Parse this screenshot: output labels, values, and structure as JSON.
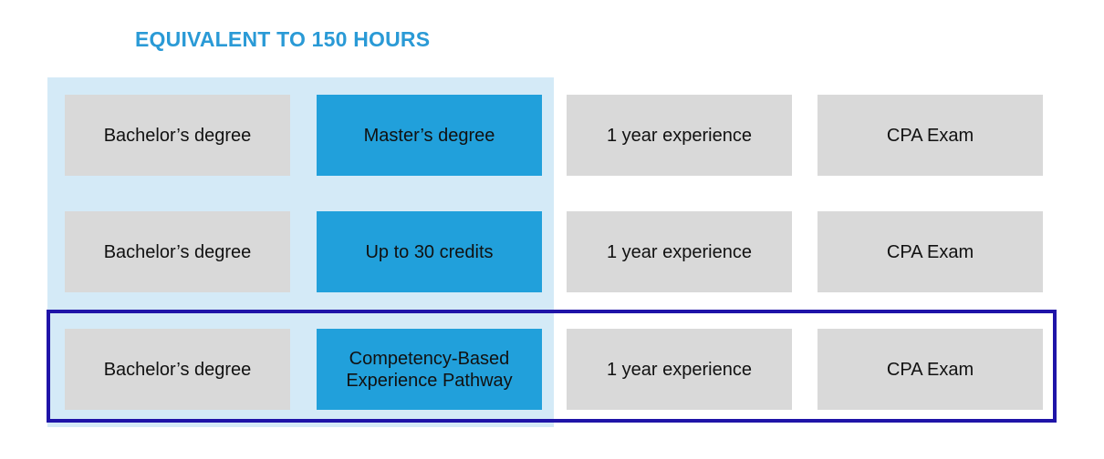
{
  "heading": "EQUIVALENT TO 150 HOURS",
  "colors": {
    "heading": "#2a9ad6",
    "highlight_panel": "#d4eaf7",
    "blue_box": "#21a0db",
    "gray_box": "#d9d9d9",
    "outline": "#1f14a8"
  },
  "rows": [
    {
      "bachelor": "Bachelor’s degree",
      "option": "Master’s degree",
      "experience": "1 year experience",
      "exam": "CPA Exam"
    },
    {
      "bachelor": "Bachelor’s degree",
      "option": "Up to 30 credits",
      "experience": "1 year experience",
      "exam": "CPA Exam"
    },
    {
      "bachelor": "Bachelor’s degree",
      "option": "Competency-Based\nExperience Pathway",
      "experience": "1 year experience",
      "exam": "CPA Exam"
    }
  ]
}
